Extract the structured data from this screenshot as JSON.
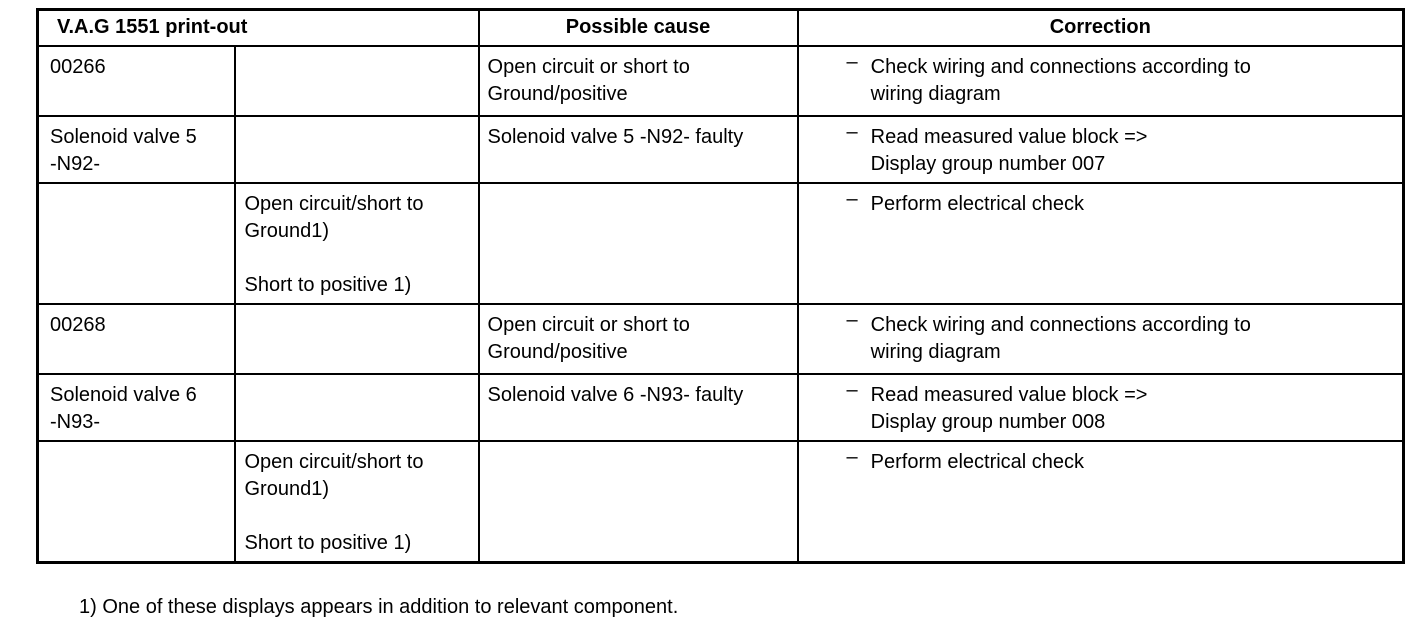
{
  "table": {
    "header": {
      "printout": "V.A.G 1551 print-out",
      "cause": "Possible cause",
      "correction": "Correction"
    },
    "rows": [
      {
        "code": "00266",
        "sub": "",
        "cause": "Open circuit or short to\nGround/positive",
        "dash": "–",
        "correction": "Check wiring and connections according to\nwiring diagram"
      },
      {
        "code": "Solenoid valve 5\n-N92-",
        "sub": "",
        "cause": "Solenoid valve 5 -N92- faulty",
        "dash": "–",
        "correction": "Read measured value block =>\nDisplay group number 007"
      },
      {
        "code": "",
        "sub": "Open circuit/short to\nGround1)\n\nShort to positive 1)",
        "cause": "",
        "dash": "–",
        "correction": "Perform electrical check"
      },
      {
        "code": "00268",
        "sub": "",
        "cause": "Open circuit or short to\nGround/positive",
        "dash": "–",
        "correction": "Check wiring and connections according to\nwiring diagram"
      },
      {
        "code": "Solenoid valve 6\n-N93-",
        "sub": "",
        "cause": "Solenoid valve 6 -N93- faulty",
        "dash": "–",
        "correction": "Read measured value block =>\nDisplay group number 008"
      },
      {
        "code": "",
        "sub": "Open circuit/short to\nGround1)\n\nShort to positive 1)",
        "cause": "",
        "dash": "–",
        "correction": "Perform electrical check"
      }
    ]
  },
  "footnote": "1) One of these displays appears in addition to relevant component."
}
